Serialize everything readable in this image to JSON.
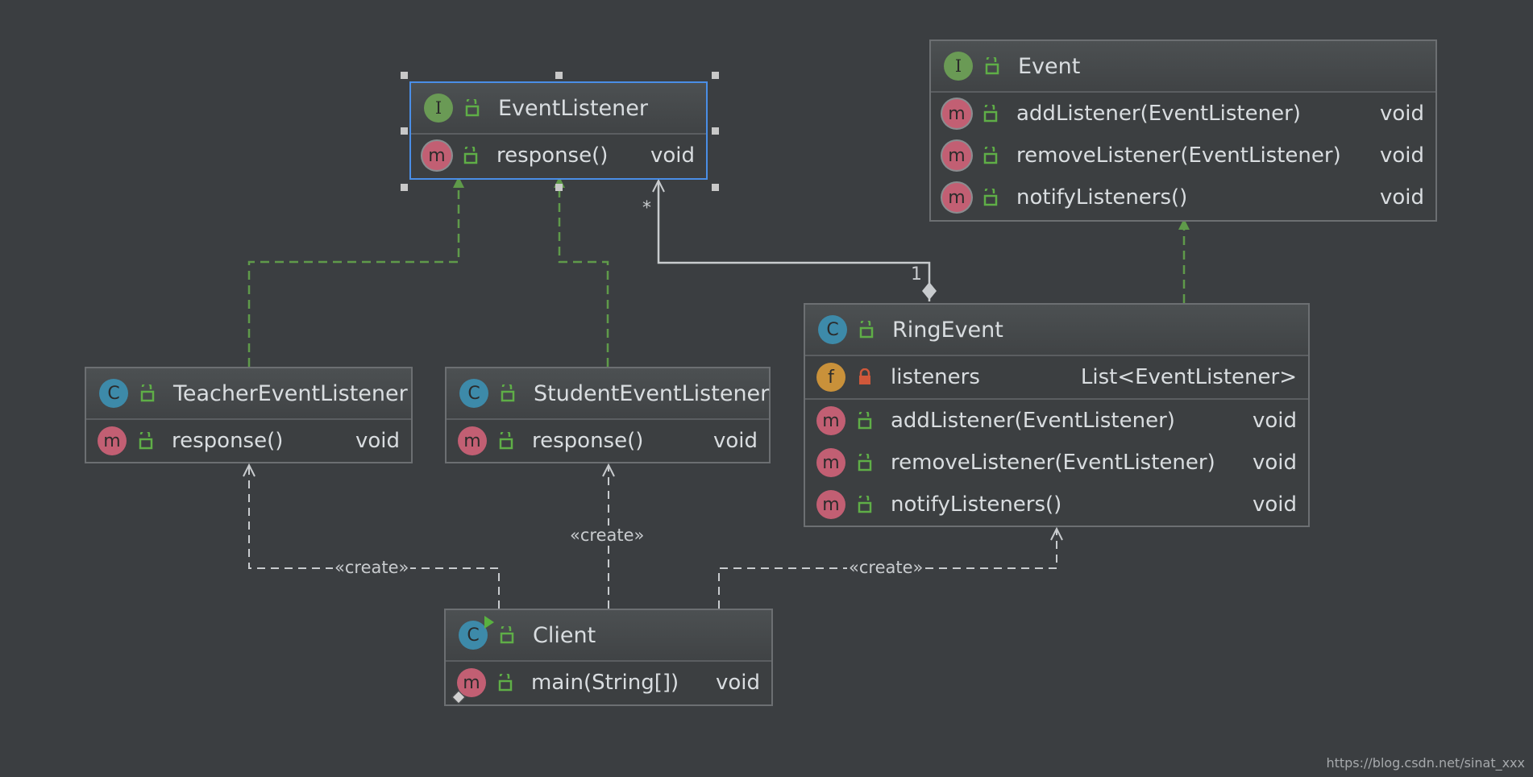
{
  "diagram": {
    "nodes": {
      "event_listener": {
        "kind_glyph": "I",
        "name": "EventListener",
        "methods": [
          {
            "name": "response()",
            "type": "void"
          }
        ]
      },
      "event": {
        "kind_glyph": "I",
        "name": "Event",
        "methods": [
          {
            "name": "addListener(EventListener)",
            "type": "void"
          },
          {
            "name": "removeListener(EventListener)",
            "type": "void"
          },
          {
            "name": "notifyListeners()",
            "type": "void"
          }
        ]
      },
      "teacher_event_listener": {
        "kind_glyph": "C",
        "name": "TeacherEventListener",
        "methods": [
          {
            "name": "response()",
            "type": "void"
          }
        ]
      },
      "student_event_listener": {
        "kind_glyph": "C",
        "name": "StudentEventListener",
        "methods": [
          {
            "name": "response()",
            "type": "void"
          }
        ]
      },
      "ring_event": {
        "kind_glyph": "C",
        "name": "RingEvent",
        "fields": [
          {
            "name": "listeners",
            "type": "List<EventListener>"
          }
        ],
        "methods": [
          {
            "name": "addListener(EventListener)",
            "type": "void"
          },
          {
            "name": "removeListener(EventListener)",
            "type": "void"
          },
          {
            "name": "notifyListeners()",
            "type": "void"
          }
        ]
      },
      "client": {
        "kind_glyph": "C",
        "name": "Client",
        "methods": [
          {
            "name": "main(String[])",
            "type": "void"
          }
        ]
      }
    },
    "member_glyphs": {
      "method": "m",
      "field": "f"
    },
    "edges": {
      "create_teacher": "«create»",
      "create_student": "«create»",
      "create_ring": "«create»",
      "aggregation_target_multiplicity": "*",
      "aggregation_source_multiplicity": "1"
    },
    "colors": {
      "background": "#3b3e41",
      "realization_line": "#5f9a4a",
      "dependency_line": "#c8cbce",
      "selection": "#4a8ee6",
      "interface_badge": "#6a9a55",
      "class_badge": "#3d8aa9",
      "method_badge": "#c25f73",
      "field_badge": "#c9913a"
    }
  },
  "watermark": "https://blog.csdn.net/sinat_xxx"
}
